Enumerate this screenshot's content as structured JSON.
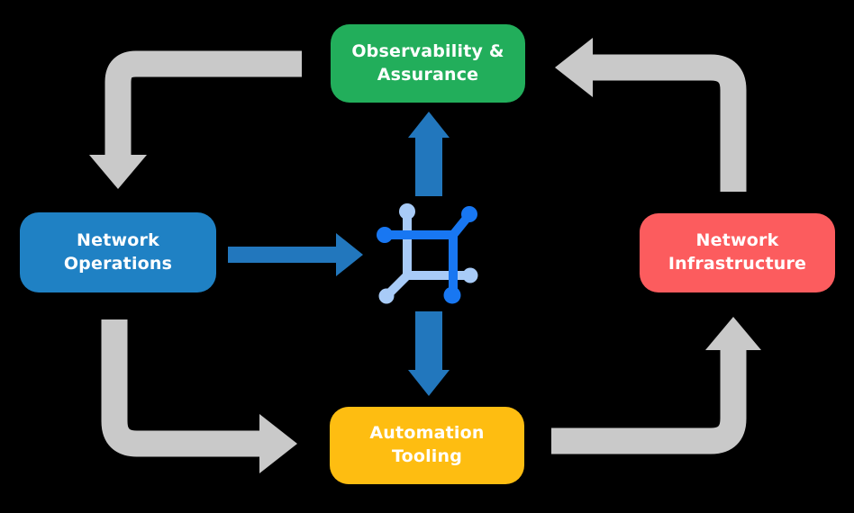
{
  "diagram": {
    "nodes": [
      {
        "id": "observability",
        "line1": "Observability &",
        "line2": "Assurance",
        "color": "#22AE5B"
      },
      {
        "id": "operations",
        "line1": "Network",
        "line2": "Operations",
        "color": "#1F81C4"
      },
      {
        "id": "infrastructure",
        "line1": "Network",
        "line2": "Infrastructure",
        "color": "#FC5C5E"
      },
      {
        "id": "automation",
        "line1": "Automation",
        "line2": "Tooling",
        "color": "#FEBD11"
      }
    ],
    "arrows": [
      {
        "from": "observability",
        "to": "operations",
        "style": "cycle"
      },
      {
        "from": "operations",
        "to": "automation",
        "style": "cycle"
      },
      {
        "from": "automation",
        "to": "infrastructure",
        "style": "cycle"
      },
      {
        "from": "infrastructure",
        "to": "observability",
        "style": "cycle"
      },
      {
        "from": "operations",
        "to": "center-icon",
        "style": "flow"
      },
      {
        "from": "center-icon",
        "to": "observability",
        "style": "flow"
      },
      {
        "from": "center-icon",
        "to": "automation",
        "style": "flow"
      }
    ],
    "center_icon": "network-automation-icon",
    "colors": {
      "background": "#000000",
      "cycle_arrow": "#C9C9C9",
      "flow_arrow": "#2277BD",
      "icon_dark": "#1877F2",
      "icon_light": "#A8CBF7",
      "node_text": "#FFFFFF"
    }
  }
}
